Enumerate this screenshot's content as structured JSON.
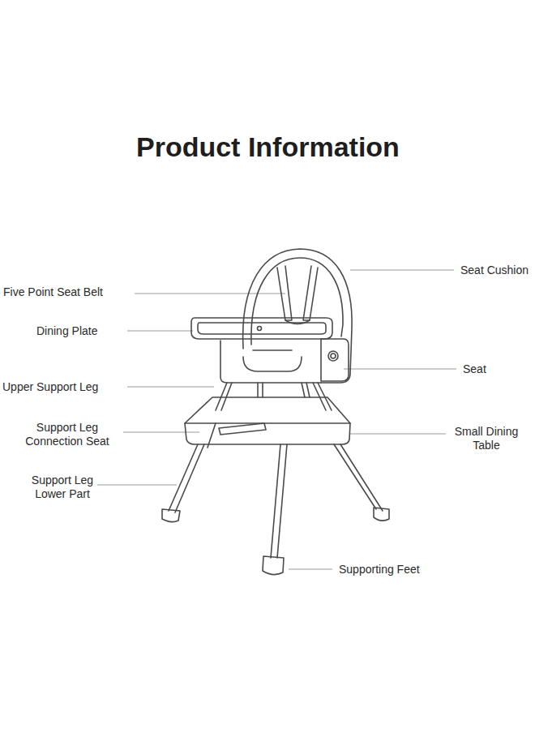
{
  "diagram": {
    "title": "Product Information",
    "labels": [
      "Seat Cushion",
      "Five Point Seat Belt",
      "Dining Plate",
      "Seat",
      "Upper Support Leg",
      "Support Leg Connection Seat",
      "Small Dining Table",
      "Support Leg Lower Part",
      "Supporting Feet"
    ]
  }
}
